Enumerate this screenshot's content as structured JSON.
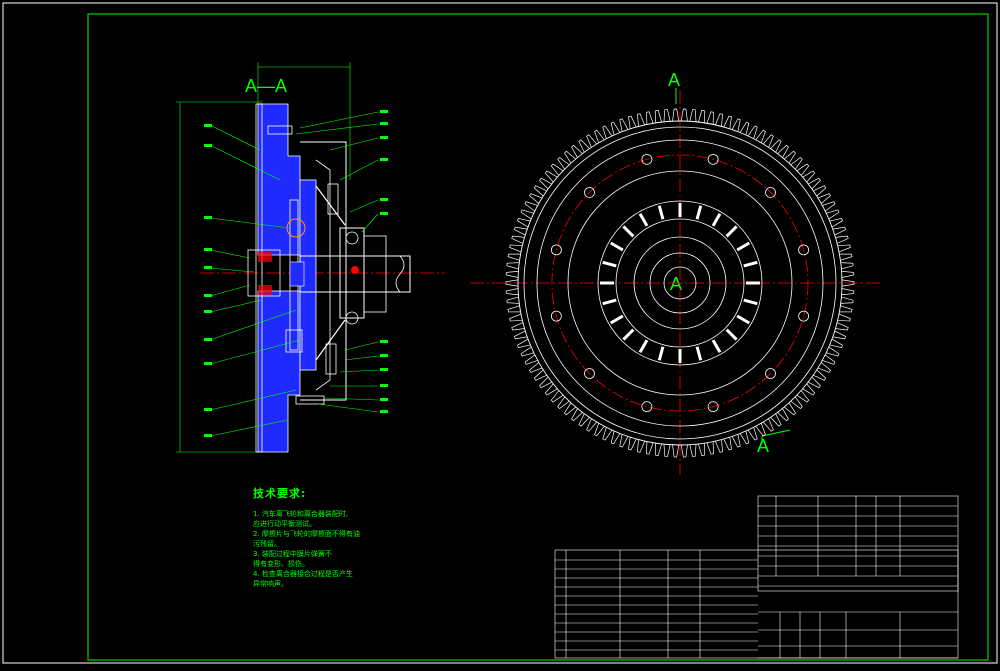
{
  "drawing": {
    "section_label": "A—A",
    "view_marker_top": "A",
    "view_marker_center": "A",
    "view_marker_bottom": "A"
  },
  "tech_requirements": {
    "title": "技术要求:",
    "lines": [
      "1. 汽车离飞轮和离合器装配时,",
      "   应进行动平衡测试。",
      "2. 摩擦片与飞轮的摩擦面不得有油",
      "   污残留。",
      "3. 装配过程中膜片弹簧不",
      "   得有变形、损伤。",
      "4. 检查离合器接合过程是否产生",
      "   异常响声。"
    ]
  },
  "colors": {
    "background": "#000000",
    "outline": "#00ff00",
    "part": "#ffffff",
    "leader": "#00ff00",
    "centerline": "#ff0000",
    "hatch": "#1e2aff",
    "gear": "#ffffff"
  }
}
